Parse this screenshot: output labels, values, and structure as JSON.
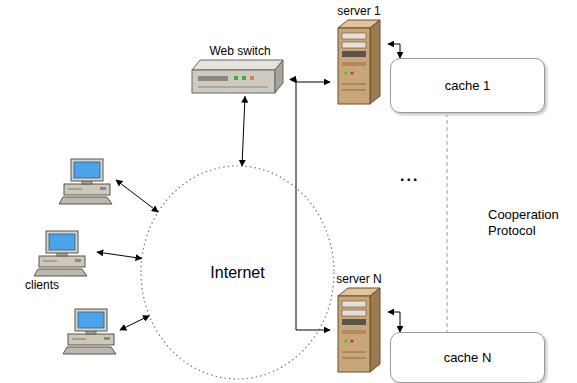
{
  "diagram": {
    "nodes": [
      {
        "text": [
          "Web switch"
        ]
      },
      {
        "text": [
          "server 1"
        ]
      },
      {
        "text": [
          "cache 1"
        ]
      },
      {
        "text": []
      },
      {
        "text": [
          "clients"
        ]
      },
      {
        "text": []
      },
      {
        "text": [
          "Internet"
        ]
      },
      {
        "text": [
          "server N"
        ]
      },
      {
        "text": [
          "cache N"
        ]
      }
    ],
    "edges": [
      {
        "from": 3,
        "to": 6,
        "arrow": "both"
      },
      {
        "from": 4,
        "to": 6,
        "arrow": "both"
      },
      {
        "from": 5,
        "to": 6,
        "arrow": "both"
      },
      {
        "from": 6,
        "to": 0,
        "arrow": "both"
      },
      {
        "from": 0,
        "to": 1,
        "arrow": "both"
      },
      {
        "from": 0,
        "to": 7,
        "arrow": "both"
      },
      {
        "from": 1,
        "to": 2,
        "arrow": "both"
      },
      {
        "from": 7,
        "to": 8,
        "arrow": "both"
      },
      {
        "from": 2,
        "to": 8,
        "label": "Cooperation Protocol",
        "arrow": "none"
      }
    ],
    "labels": [
      "..."
    ]
  }
}
